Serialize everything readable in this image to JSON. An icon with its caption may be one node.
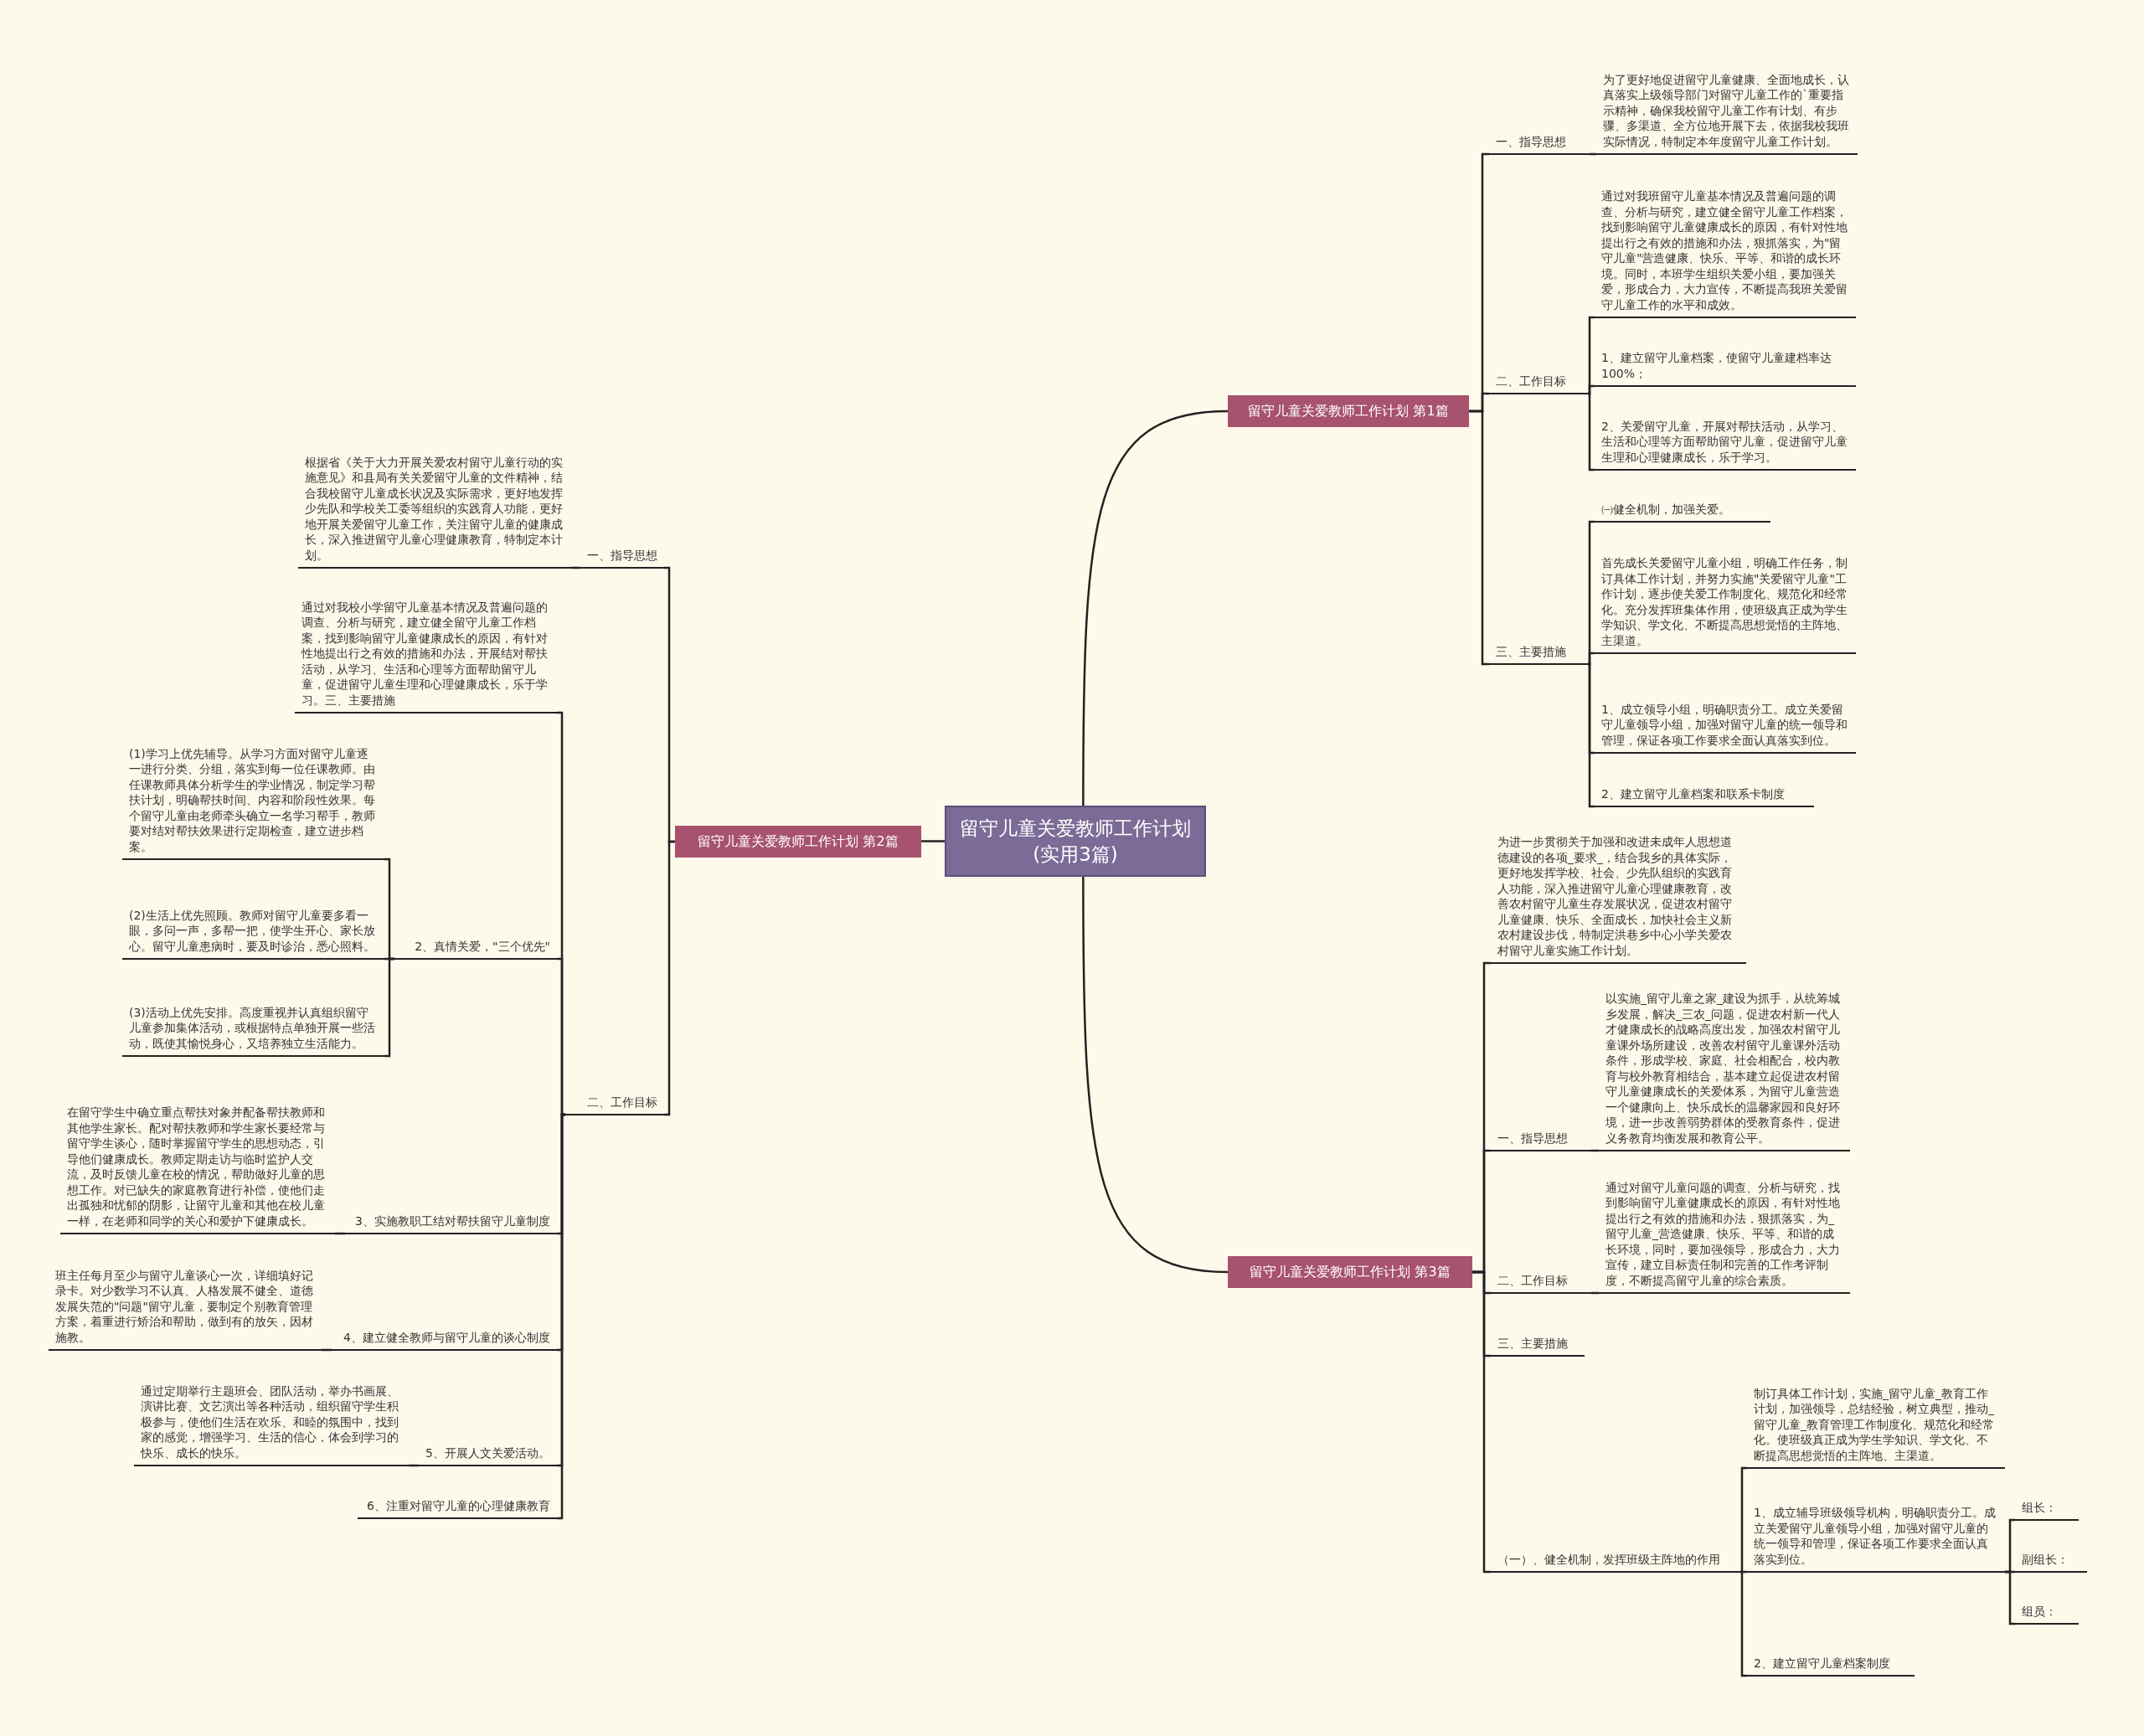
{
  "diagram": {
    "nodes": [
      {
        "text": [
          "留守儿童关爱教师工作计划(实用3篇)"
        ]
      },
      {
        "text": [
          "留守儿童关爱教师工作计划 第1篇"
        ]
      },
      {
        "text": [
          "留守儿童关爱教师工作计划 第2篇"
        ]
      },
      {
        "text": [
          "留守儿童关爱教师工作计划 第3篇"
        ]
      },
      {
        "text": [
          "一、指导思想"
        ]
      },
      {
        "text": [
          "为了更好地促进留守儿童健康、全面地成长，认真落实上级领导部门对留守儿童工作的`重要指示精神，确保我校留守儿童工作有计划、有步骤、多渠道、全方位地开展下去，依据我校我班实际情况，特制定本年度留守儿童工作计划。"
        ]
      },
      {
        "text": [
          "二、工作目标"
        ]
      },
      {
        "text": [
          "通过对我班留守儿童基本情况及普遍问题的调查、分析与研究，建立健全留守儿童工作档案，找到影响留守儿童健康成长的原因，有针对性地提出行之有效的措施和办法，狠抓落实，为\"留守儿童\"营造健康、快乐、平等、和谐的成长环境。同时，本班学生组织关爱小组，要加强关爱，形成合力，大力宣传，不断提高我班关爱留守儿童工作的水平和成效。"
        ]
      },
      {
        "text": [
          "1、建立留守儿童档案，使留守儿童建档率达100%；"
        ]
      },
      {
        "text": [
          "2、关爱留守儿童，开展对帮扶活动，从学习、生活和心理等方面帮助留守儿童，促进留守儿童生理和心理健康成长，乐于学习。"
        ]
      },
      {
        "text": [
          "三、主要措施"
        ]
      },
      {
        "text": [
          "㈠健全机制，加强关爱。"
        ]
      },
      {
        "text": [
          "首先成长关爱留守儿童小组，明确工作任务，制订具体工作计划，并努力实施\"关爱留守儿童\"工作计划，逐步使关爱工作制度化、规范化和经常化。充分发挥班集体作用，使班级真正成为学生学知识、学文化、不断提高思想觉悟的主阵地、主渠道。"
        ]
      },
      {
        "text": [
          "1、成立领导小组，明确职责分工。成立关爱留守儿童领导小组，加强对留守儿童的统一领导和管理，保证各项工作要求全面认真落实到位。"
        ]
      },
      {
        "text": [
          "2、建立留守儿童档案和联系卡制度"
        ]
      },
      {
        "text": [
          "为进一步贯彻关于加强和改进未成年人思想道德建设的各项_要求_，结合我乡的具体实际，更好地发挥学校、社会、少先队组织的实践育人功能，深入推进留守儿童心理健康教育，改善农村留守儿童生存发展状况，促进农村留守儿童健康、快乐、全面成长，加快社会主义新农村建设步伐，特制定洪巷乡中心小学关爱农村留守儿童实施工作计划。"
        ]
      },
      {
        "text": [
          "一、指导思想"
        ]
      },
      {
        "text": [
          "以实施_留守儿童之家_建设为抓手，从统筹城乡发展，解决_三农_问题，促进农村新一代人才健康成长的战略高度出发，加强农村留守儿童课外场所建设，改善农村留守儿童课外活动条件，形成学校、家庭、社会相配合，校内教育与校外教育相结合，基本建立起促进农村留守儿童健康成长的关爱体系，为留守儿童营造一个健康向上、快乐成长的温馨家园和良好环境，进一步改善弱势群体的受教育条件，促进义务教育均衡发展和教育公平。"
        ]
      },
      {
        "text": [
          "二、工作目标"
        ]
      },
      {
        "text": [
          "通过对留守儿童问题的调查、分析与研究，找到影响留守儿童健康成长的原因，有针对性地提出行之有效的措施和办法，狠抓落实，为_留守儿童_营造健康、快乐、平等、和谐的成长环境，同时，要加强领导，形成合力，大力宣传，建立目标责任制和完善的工作考评制度，不断提高留守儿童的综合素质。"
        ]
      },
      {
        "text": [
          "三、主要措施"
        ]
      },
      {
        "text": [
          "（一）、健全机制，发挥班级主阵地的作用"
        ]
      },
      {
        "text": [
          "制订具体工作计划，实施_留守儿童_教育工作计划，加强领导，总结经验，树立典型，推动_留守儿童_教育管理工作制度化、规范化和经常化。使班级真正成为学生学知识、学文化、不断提高思想觉悟的主阵地、主渠道。"
        ]
      },
      {
        "text": [
          "1、成立辅导班级领导机构，明确职责分工。成立关爱留守儿童领导小组，加强对留守儿童的统一领导和管理，保证各项工作要求全面认真落实到位。"
        ]
      },
      {
        "text": [
          "组长："
        ]
      },
      {
        "text": [
          "副组长："
        ]
      },
      {
        "text": [
          "组员："
        ]
      },
      {
        "text": [
          "2、建立留守儿童档案制度"
        ]
      },
      {
        "text": [
          "一、指导思想"
        ]
      },
      {
        "text": [
          "根据省《关于大力开展关爱农村留守儿童行动的实施意见》和县局有关关爱留守儿童的文件精神，结合我校留守儿童成长状况及实际需求，更好地发挥少先队和学校关工委等组织的实践育人功能，更好地开展关爱留守儿童工作，关注留守儿童的健康成长，深入推进留守儿童心理健康教育，特制定本计划。"
        ]
      },
      {
        "text": [
          "二、工作目标"
        ]
      },
      {
        "text": [
          "通过对我校小学留守儿童基本情况及普遍问题的调查、分析与研究，建立健全留守儿童工作档案，找到影响留守儿童健康成长的原因，有针对性地提出行之有效的措施和办法，开展结对帮扶活动，从学习、生活和心理等方面帮助留守儿童，促进留守儿童生理和心理健康成长，乐于学习。三、主要措施"
        ]
      },
      {
        "text": [
          "2、真情关爱，\"三个优先\""
        ]
      },
      {
        "text": [
          "(1)学习上优先辅导。从学习方面对留守儿童逐一进行分类、分组，落实到每一位任课教师。由任课教师具体分析学生的学业情况，制定学习帮扶计划，明确帮扶时间、内容和阶段性效果。每个留守儿童由老师牵头确立一名学习帮手，教师要对结对帮扶效果进行定期检查，建立进步档案。"
        ]
      },
      {
        "text": [
          "(2)生活上优先照顾。教师对留守儿童要多看一眼，多问一声，多帮一把，使学生开心、家长放心。留守儿童患病时，要及时诊治，悉心照料。"
        ]
      },
      {
        "text": [
          "(3)活动上优先安排。高度重视并认真组织留守儿童参加集体活动，或根据特点单独开展一些活动，既使其愉悦身心，又培养独立生活能力。"
        ]
      },
      {
        "text": [
          "3、实施教职工结对帮扶留守儿童制度"
        ]
      },
      {
        "text": [
          "在留守学生中确立重点帮扶对象并配备帮扶教师和其他学生家长。配对帮扶教师和学生家长要经常与留守学生谈心，随时掌握留守学生的思想动态，引导他们健康成长。教师定期走访与临时监护人交流，及时反馈儿童在校的情况，帮助做好儿童的思想工作。对已缺失的家庭教育进行补偿，使他们走出孤独和忧郁的阴影，让留守儿童和其他在校儿童一样，在老师和同学的关心和爱护下健康成长。"
        ]
      },
      {
        "text": [
          "4、建立健全教师与留守儿童的谈心制度"
        ]
      },
      {
        "text": [
          "班主任每月至少与留守儿童谈心一次，详细填好记录卡。对少数学习不认真、人格发展不健全、道德发展失范的\"问题\"留守儿童，要制定个别教育管理方案，着重进行矫治和帮助，做到有的放矢，因材施教。"
        ]
      },
      {
        "text": [
          "5、开展人文关爱活动。"
        ]
      },
      {
        "text": [
          "通过定期举行主题班会、团队活动，举办书画展、演讲比赛、文艺演出等各种活动，组织留守学生积极参与，使他们生活在欢乐、和睦的氛围中，找到家的感觉，增强学习、生活的信心，体会到学习的快乐、成长的快乐。"
        ]
      },
      {
        "text": [
          "6、注重对留守儿童的心理健康教育"
        ]
      }
    ],
    "edges": [
      {
        "from": 0,
        "to": 1,
        "arrow": "none"
      },
      {
        "from": 0,
        "to": 2,
        "arrow": "none"
      },
      {
        "from": 0,
        "to": 3,
        "arrow": "none"
      },
      {
        "from": 1,
        "to": 4,
        "arrow": "none"
      },
      {
        "from": 4,
        "to": 5,
        "arrow": "none"
      },
      {
        "from": 1,
        "to": 6,
        "arrow": "none"
      },
      {
        "from": 6,
        "to": 7,
        "arrow": "none"
      },
      {
        "from": 6,
        "to": 8,
        "arrow": "none"
      },
      {
        "from": 6,
        "to": 9,
        "arrow": "none"
      },
      {
        "from": 1,
        "to": 10,
        "arrow": "none"
      },
      {
        "from": 10,
        "to": 11,
        "arrow": "none"
      },
      {
        "from": 10,
        "to": 12,
        "arrow": "none"
      },
      {
        "from": 10,
        "to": 13,
        "arrow": "none"
      },
      {
        "from": 10,
        "to": 14,
        "arrow": "none"
      },
      {
        "from": 3,
        "to": 15,
        "arrow": "none"
      },
      {
        "from": 3,
        "to": 16,
        "arrow": "none"
      },
      {
        "from": 16,
        "to": 17,
        "arrow": "none"
      },
      {
        "from": 3,
        "to": 18,
        "arrow": "none"
      },
      {
        "from": 18,
        "to": 19,
        "arrow": "none"
      },
      {
        "from": 3,
        "to": 20,
        "arrow": "none"
      },
      {
        "from": 3,
        "to": 21,
        "arrow": "none"
      },
      {
        "from": 21,
        "to": 22,
        "arrow": "none"
      },
      {
        "from": 21,
        "to": 23,
        "arrow": "none"
      },
      {
        "from": 23,
        "to": 24,
        "arrow": "none"
      },
      {
        "from": 23,
        "to": 25,
        "arrow": "none"
      },
      {
        "from": 23,
        "to": 26,
        "arrow": "none"
      },
      {
        "from": 21,
        "to": 27,
        "arrow": "none"
      },
      {
        "from": 2,
        "to": 28,
        "arrow": "none"
      },
      {
        "from": 28,
        "to": 29,
        "arrow": "none"
      },
      {
        "from": 2,
        "to": 30,
        "arrow": "none"
      },
      {
        "from": 30,
        "to": 31,
        "arrow": "none"
      },
      {
        "from": 30,
        "to": 32,
        "arrow": "none"
      },
      {
        "from": 32,
        "to": 33,
        "arrow": "none"
      },
      {
        "from": 32,
        "to": 34,
        "arrow": "none"
      },
      {
        "from": 32,
        "to": 35,
        "arrow": "none"
      },
      {
        "from": 30,
        "to": 36,
        "arrow": "none"
      },
      {
        "from": 36,
        "to": 37,
        "arrow": "none"
      },
      {
        "from": 30,
        "to": 38,
        "arrow": "none"
      },
      {
        "from": 38,
        "to": 39,
        "arrow": "none"
      },
      {
        "from": 30,
        "to": 40,
        "arrow": "none"
      },
      {
        "from": 40,
        "to": 41,
        "arrow": "none"
      },
      {
        "from": 30,
        "to": 42,
        "arrow": "none"
      }
    ]
  }
}
